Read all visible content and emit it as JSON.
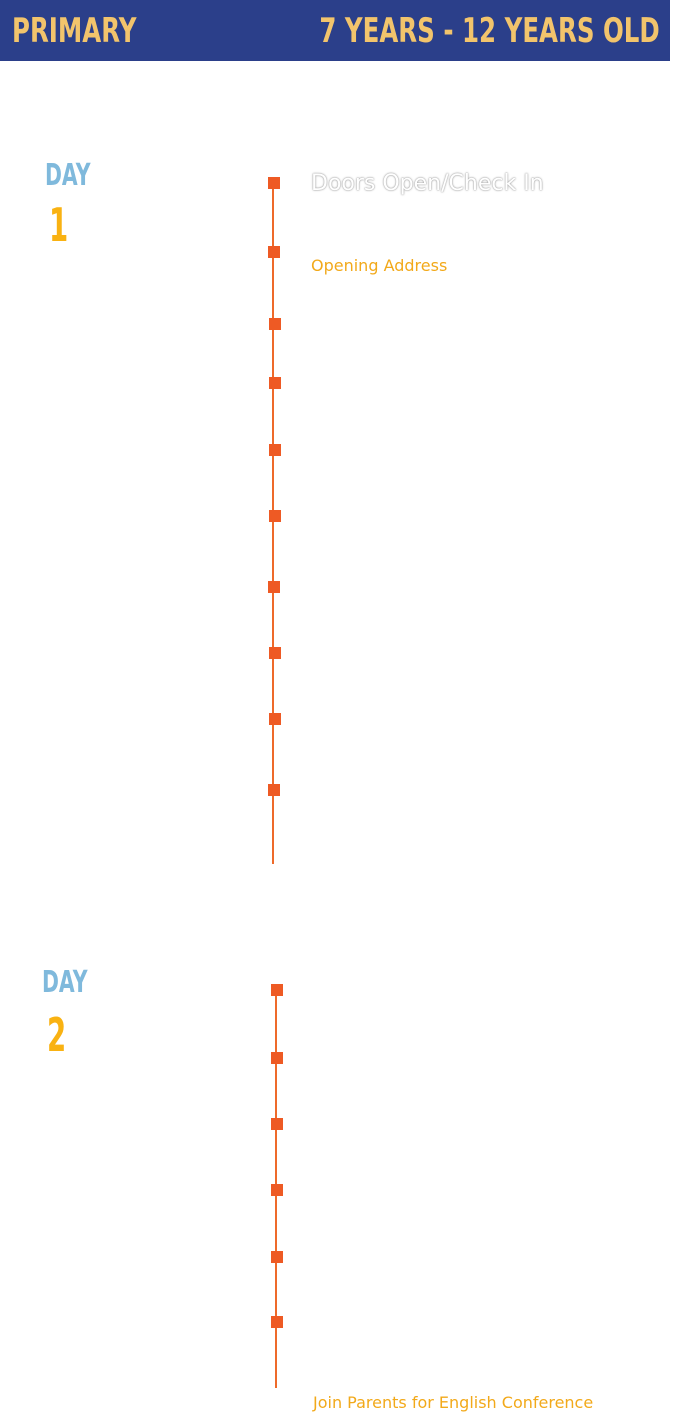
{
  "banner": {
    "level": "PRIMARY",
    "age_range": "7 YEARS - 12 YEARS OLD"
  },
  "day1": {
    "label": "DAY",
    "number": "1",
    "items": [
      {
        "title": "Doors Open/Check In"
      },
      {
        "title": "Opening Address"
      }
    ]
  },
  "day2": {
    "label": "DAY",
    "number": "2",
    "items": [
      {
        "title": "Join Parents for English Conference"
      }
    ]
  },
  "colors": {
    "banner_bg": "#2b3f8a",
    "banner_text": "#f2c46c",
    "day_label": "#7fb9dc",
    "day_number": "#f9b212",
    "timeline": "#ee5a24",
    "item_text": "#f2a91a"
  }
}
